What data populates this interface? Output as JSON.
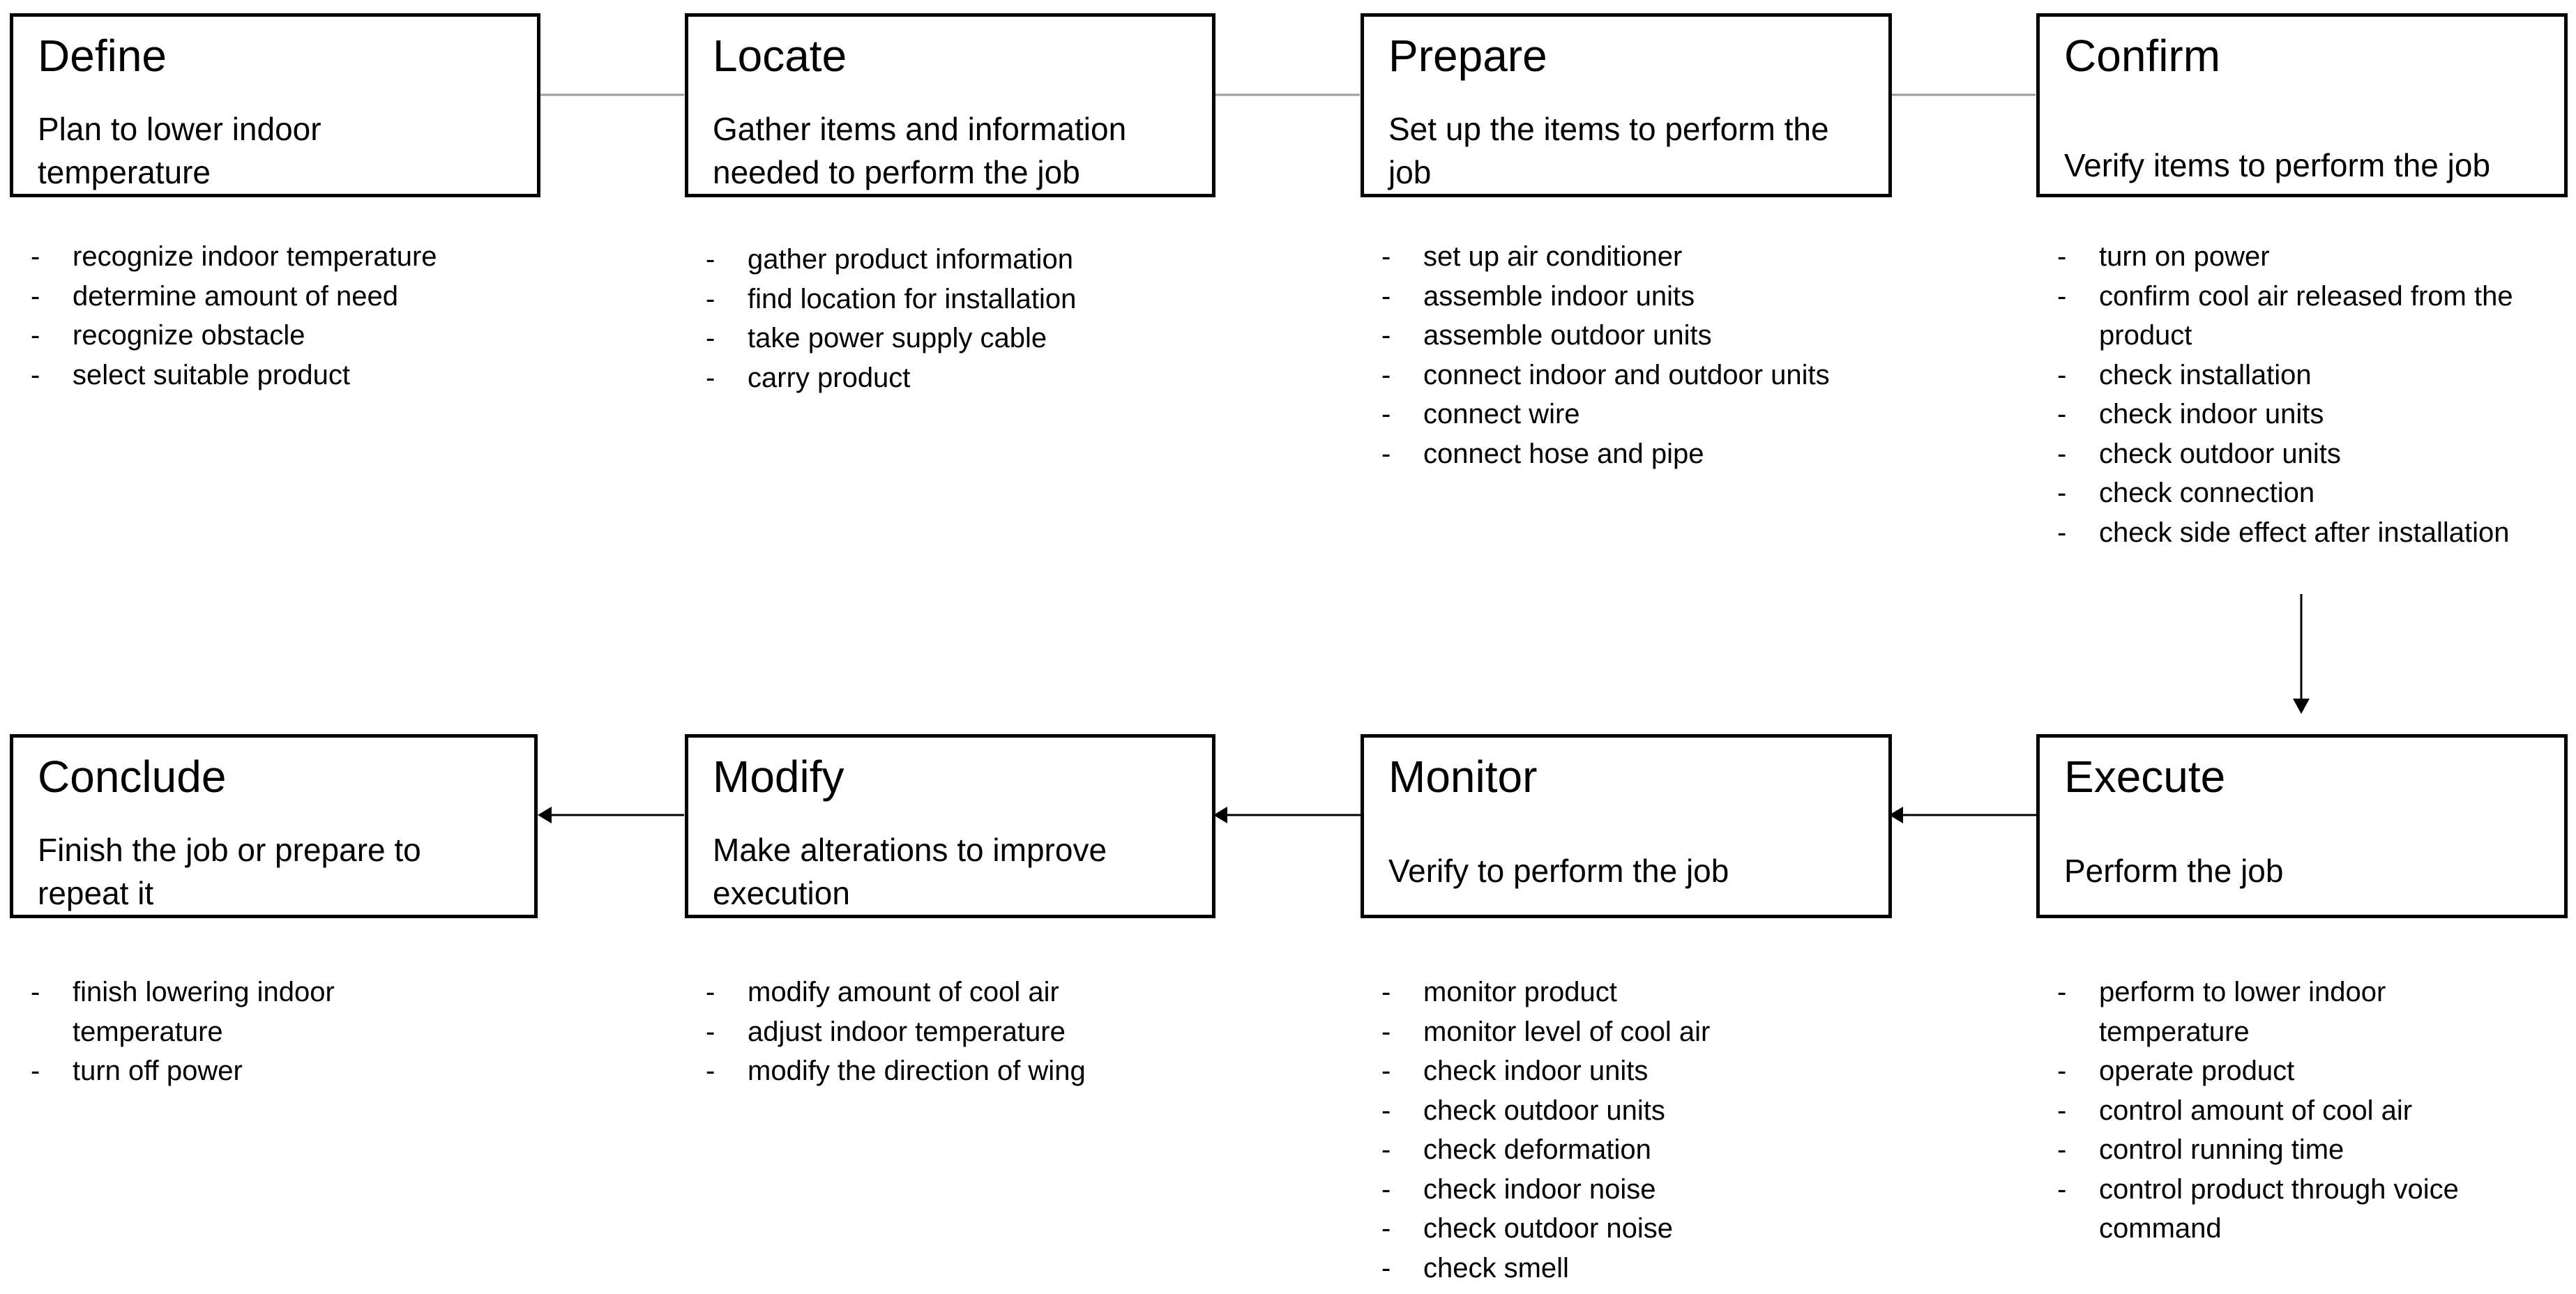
{
  "steps": [
    {
      "title": "Define",
      "desc": "Plan to lower indoor temperature",
      "tasks": [
        "recognize indoor temperature",
        "determine amount of need",
        "recognize obstacle",
        "select suitable product"
      ]
    },
    {
      "title": "Locate",
      "desc": "Gather items and information needed to perform the job",
      "tasks": [
        "gather product information",
        "find location for installation",
        "take power supply cable",
        "carry product"
      ]
    },
    {
      "title": "Prepare",
      "desc": "Set up the items to perform the job",
      "tasks": [
        "set up air conditioner",
        "assemble indoor units",
        "assemble outdoor units",
        "connect indoor and outdoor units",
        "connect wire",
        "connect hose and pipe"
      ]
    },
    {
      "title": "Confirm",
      "desc": "Verify items to perform the job",
      "tasks": [
        "turn on power",
        "confirm cool air released from the product",
        "check installation",
        "check indoor units",
        "check outdoor units",
        "check connection",
        "check side effect after installation"
      ]
    },
    {
      "title": "Execute",
      "desc": "Perform the job",
      "tasks": [
        "perform to lower indoor temperature",
        "operate product",
        "control amount of cool air",
        "control running time",
        "control product through voice command"
      ]
    },
    {
      "title": "Monitor",
      "desc": "Verify to perform the job",
      "tasks": [
        "monitor product",
        "monitor level of cool air",
        "check indoor units",
        "check outdoor units",
        "check deformation",
        "check indoor noise",
        "check outdoor noise",
        "check smell"
      ]
    },
    {
      "title": "Modify",
      "desc": "Make alterations to improve execution",
      "tasks": [
        "modify amount of cool air",
        "adjust indoor temperature",
        "modify the direction of wing"
      ]
    },
    {
      "title": "Conclude",
      "desc": "Finish the job or prepare to repeat it",
      "tasks": [
        "finish lowering indoor temperature",
        "turn off power"
      ]
    }
  ]
}
